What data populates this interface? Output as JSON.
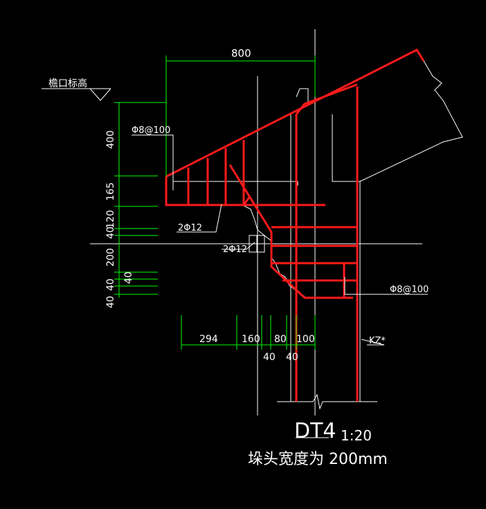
{
  "drawing": {
    "eave_label": "檐口标高",
    "top_dim": "800",
    "left_dims": [
      "400",
      "165",
      "40",
      "120",
      "200",
      "40",
      "40",
      "40"
    ],
    "bottom_dims": [
      "294",
      "160",
      "80",
      "100"
    ],
    "bottom_sub_dims": [
      "40",
      "40"
    ],
    "rebar_stirrup_upper": "Φ8@100",
    "rebar_stirrup_right": "Φ8@100",
    "rebar_main_1": "2Φ12",
    "rebar_main_2": "2Φ12",
    "column_label": "KZ*",
    "title": "DT4",
    "scale": "1:20",
    "note": "垛头宽度为 200mm"
  }
}
